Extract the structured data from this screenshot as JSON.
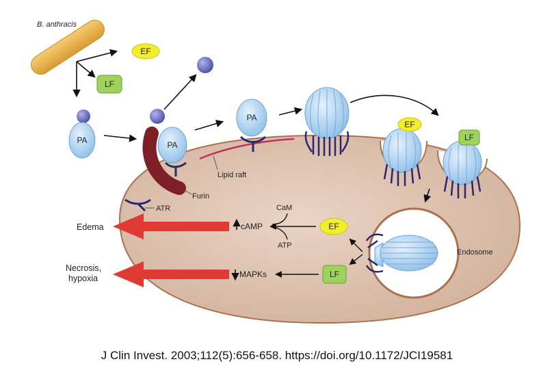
{
  "organism_label": "B. anthracis",
  "factors": {
    "ef": "EF",
    "lf": "LF",
    "pa": "PA"
  },
  "labels": {
    "furin": "Furin",
    "atr": "ATR",
    "lipid_raft": "Lipid raft",
    "endosome": "Endosome",
    "cam": "CaM",
    "atp": "ATP",
    "camp": "cAMP",
    "mapks": "MAPKs"
  },
  "outcomes": {
    "edema": "Edema",
    "necrosis_line1": "Necrosis,",
    "necrosis_line2": "hypoxia"
  },
  "citation": "J Clin Invest. 2003;112(5):656-658. https://doi.org/10.1172/JCI19581",
  "colors": {
    "cell_fill": "#dcc0ae",
    "cell_border": "#a9714d",
    "pa_fill": "#bcdcf5",
    "ef_fill": "#f3ee2c",
    "lf_fill": "#9ed25a",
    "sphere_fill": "#6f73c4",
    "receptor": "#2b2670",
    "furin": "#7e1e26",
    "raft": "#c2305a",
    "outcome_arrow": "#e03a35",
    "bacterium": "#e9b04f"
  }
}
